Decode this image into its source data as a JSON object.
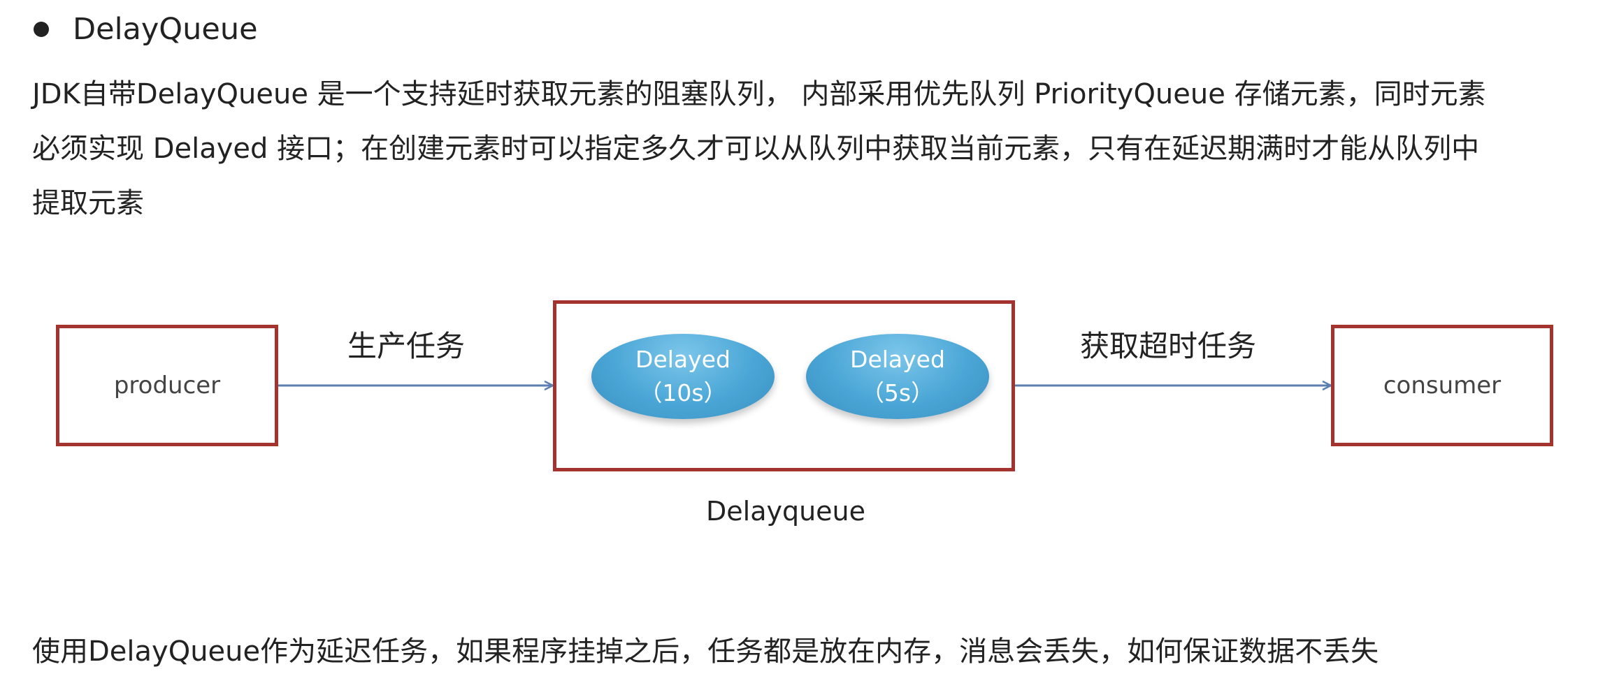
{
  "section": {
    "bullet_title": "DelayQueue",
    "paragraph_lines": [
      "JDK自带DelayQueue 是一个支持延时获取元素的阻塞队列， 内部采用优先队列 PriorityQueue 存储元素，同时元素",
      "必须实现 Delayed 接口；在创建元素时可以指定多久才可以从队列中获取当前元素，只有在延迟期满时才能从队列中",
      "提取元素"
    ]
  },
  "diagram": {
    "producer_label": "producer",
    "consumer_label": "consumer",
    "queue_caption": "Delayqueue",
    "edge_produce_label": "生产任务",
    "edge_fetch_label": "获取超时任务",
    "items": [
      {
        "name": "Delayed",
        "delay": "（10s）"
      },
      {
        "name": "Delayed",
        "delay": "（5s）"
      }
    ],
    "colors": {
      "box_border": "#a3332f",
      "arrow": "#5b7fb0",
      "ellipse_fill": "#4aa6d6"
    }
  },
  "footer": {
    "question": "使用DelayQueue作为延迟任务，如果程序挂掉之后，任务都是放在内存，消息会丢失，如何保证数据不丢失"
  }
}
